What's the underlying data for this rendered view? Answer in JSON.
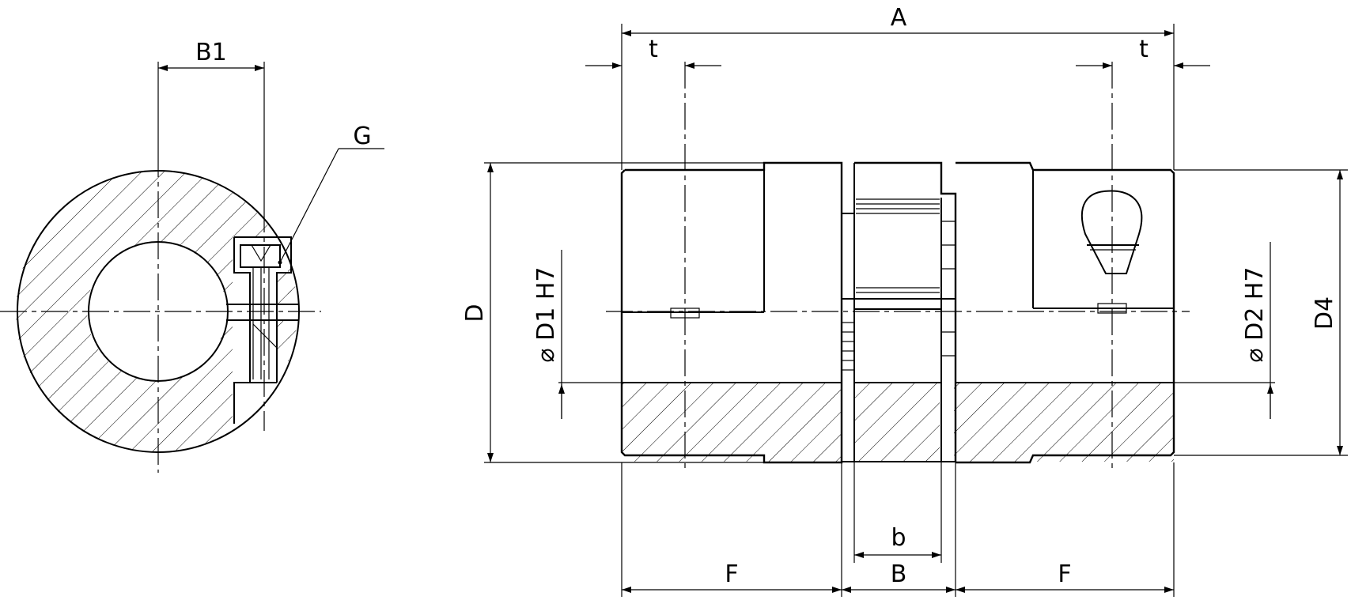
{
  "labels": {
    "B1": "B1",
    "G": "G",
    "A": "A",
    "t_left": "t",
    "t_right": "t",
    "D": "D",
    "D1": "D1 H7",
    "D2": "D2 H7",
    "D4": "D4",
    "b": "b",
    "F_left": "F",
    "B": "B",
    "F_right": "F"
  },
  "diameter_symbol": "⌀",
  "colors": {
    "line": "#000000",
    "background": "#ffffff"
  }
}
